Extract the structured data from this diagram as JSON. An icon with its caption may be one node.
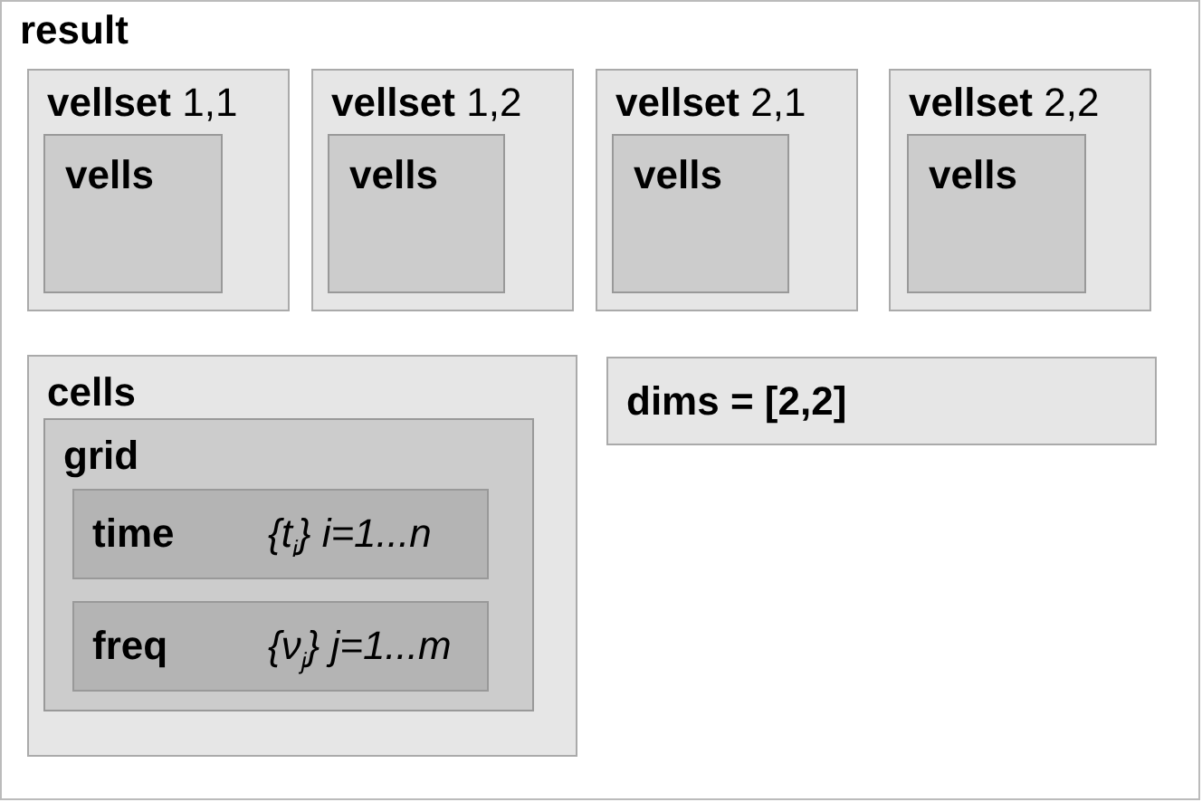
{
  "diagram": {
    "nodes": [
      {
        "text": [
          "result"
        ]
      },
      {
        "text": [
          "**vellset** 1,1"
        ],
        "in": 0
      },
      {
        "text": [
          "vells"
        ],
        "in": 1
      },
      {
        "text": [
          "**vellset** 1,2"
        ],
        "in": 0
      },
      {
        "text": [
          "vells"
        ],
        "in": 3
      },
      {
        "text": [
          "**vellset** 2,1"
        ],
        "in": 0
      },
      {
        "text": [
          "vells"
        ],
        "in": 5
      },
      {
        "text": [
          "**vellset** 2,2"
        ],
        "in": 0
      },
      {
        "text": [
          "vells"
        ],
        "in": 7
      },
      {
        "text": [
          "cells"
        ],
        "in": 0
      },
      {
        "text": [
          "grid"
        ],
        "in": 9
      },
      {
        "text": [
          "time",
          "{t$_{i}$} i=1...n"
        ],
        "in": 10
      },
      {
        "text": [
          "freq",
          "{ν$_{j}$} j=1...m"
        ],
        "in": 10
      },
      {
        "text": [
          "dims = [2,2]"
        ],
        "in": 0
      }
    ],
    "edges": []
  }
}
